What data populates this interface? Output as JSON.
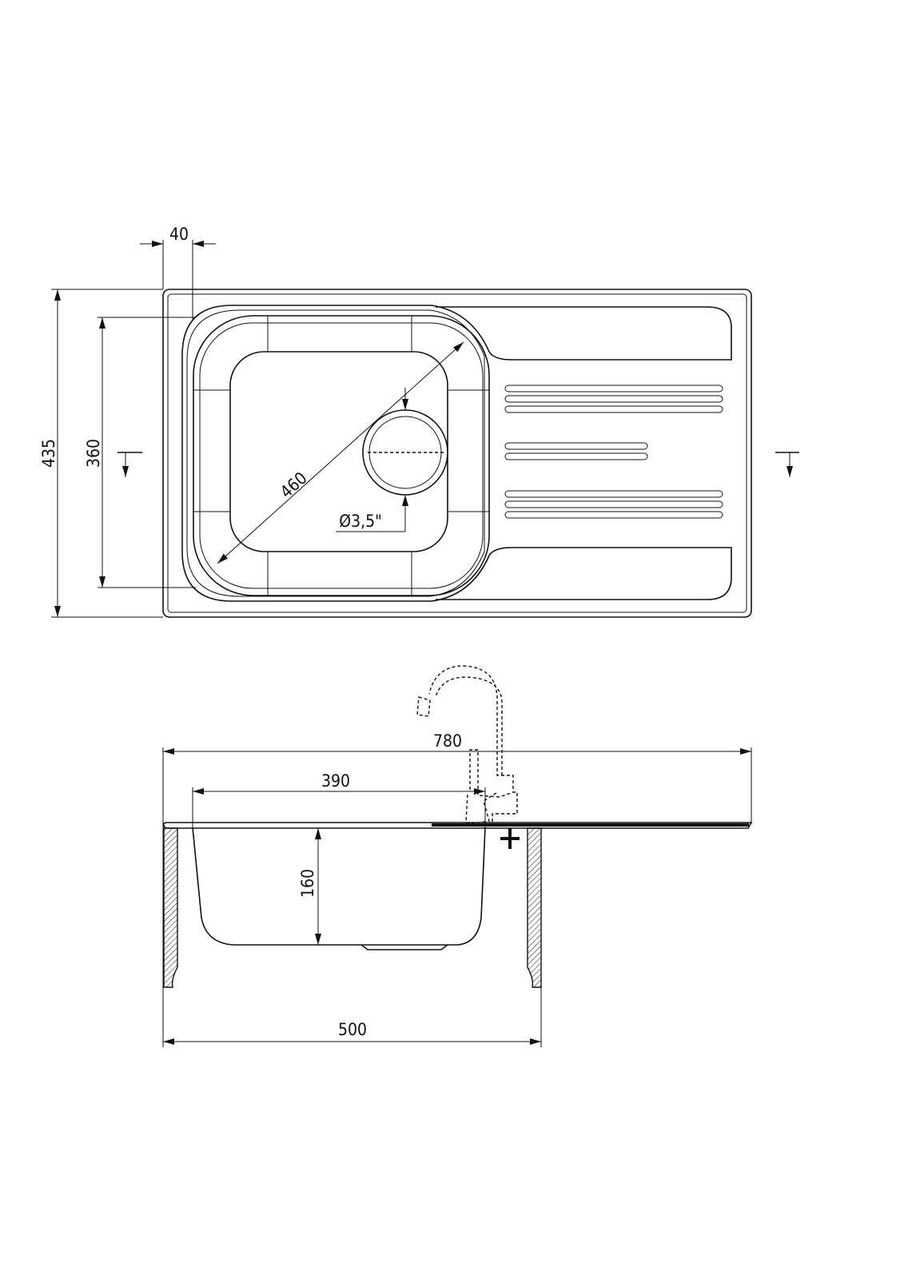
{
  "drawing": {
    "top_view": {
      "dim_flange": "40",
      "dim_overall_depth": "435",
      "dim_bowl_depth": "360",
      "dim_bowl_diagonal": "460",
      "dim_drain": "Ø3,5\""
    },
    "side_view": {
      "dim_overall_width": "780",
      "dim_bowl_width": "390",
      "dim_bowl_height": "160",
      "dim_cabinet_width": "500"
    },
    "line_color": "#111111"
  }
}
